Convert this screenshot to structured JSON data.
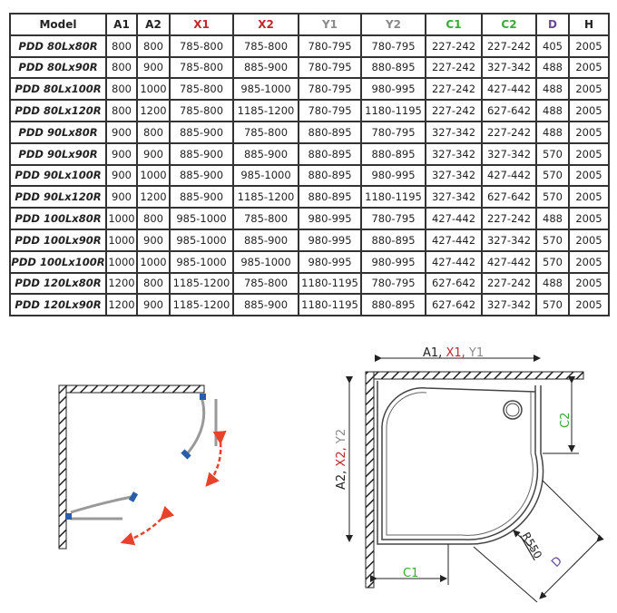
{
  "colors": {
    "x": "#c0272d",
    "y": "#8a8a8a",
    "c": "#3aaa35",
    "d": "#6a4a9c",
    "arrow": "#e8412c",
    "hinge": "#2a5da8"
  },
  "table": {
    "headers": [
      "Model",
      "A1",
      "A2",
      "X1",
      "X2",
      "Y1",
      "Y2",
      "C1",
      "C2",
      "D",
      "H"
    ],
    "rows": [
      [
        "PDD 80Lx80R",
        "800",
        "800",
        "785-800",
        "785-800",
        "780-795",
        "780-795",
        "227-242",
        "227-242",
        "405",
        "2005"
      ],
      [
        "PDD 80Lx90R",
        "800",
        "900",
        "785-800",
        "885-900",
        "780-795",
        "880-895",
        "227-242",
        "327-342",
        "488",
        "2005"
      ],
      [
        "PDD 80Lx100R",
        "800",
        "1000",
        "785-800",
        "985-1000",
        "780-795",
        "980-995",
        "227-242",
        "427-442",
        "488",
        "2005"
      ],
      [
        "PDD 80Lx120R",
        "800",
        "1200",
        "785-800",
        "1185-1200",
        "780-795",
        "1180-1195",
        "227-242",
        "627-642",
        "488",
        "2005"
      ],
      [
        "PDD 90Lx80R",
        "900",
        "800",
        "885-900",
        "785-800",
        "880-895",
        "780-795",
        "327-342",
        "227-242",
        "488",
        "2005"
      ],
      [
        "PDD 90Lx90R",
        "900",
        "900",
        "885-900",
        "885-900",
        "880-895",
        "880-895",
        "327-342",
        "327-342",
        "570",
        "2005"
      ],
      [
        "PDD 90Lx100R",
        "900",
        "1000",
        "885-900",
        "985-1000",
        "880-895",
        "980-995",
        "327-342",
        "427-442",
        "570",
        "2005"
      ],
      [
        "PDD 90Lx120R",
        "900",
        "1200",
        "885-900",
        "1185-1200",
        "880-895",
        "1180-1195",
        "327-342",
        "627-642",
        "570",
        "2005"
      ],
      [
        "PDD 100Lx80R",
        "1000",
        "800",
        "985-1000",
        "785-800",
        "980-995",
        "780-795",
        "427-442",
        "227-242",
        "488",
        "2005"
      ],
      [
        "PDD 100Lx90R",
        "1000",
        "900",
        "985-1000",
        "885-900",
        "980-995",
        "880-895",
        "427-442",
        "327-342",
        "570",
        "2005"
      ],
      [
        "PDD 100Lx100R",
        "1000",
        "1000",
        "985-1000",
        "985-1000",
        "980-995",
        "980-995",
        "427-442",
        "427-442",
        "570",
        "2005"
      ],
      [
        "PDD 120Lx80R",
        "1200",
        "800",
        "1185-1200",
        "785-800",
        "1180-1195",
        "780-795",
        "627-642",
        "227-242",
        "488",
        "2005"
      ],
      [
        "PDD 120Lx90R",
        "1200",
        "900",
        "1185-1200",
        "885-900",
        "1180-1195",
        "880-895",
        "627-642",
        "327-342",
        "570",
        "2005"
      ]
    ]
  },
  "diagram": {
    "a1": "A1, ",
    "x1": "X1, ",
    "y1": "Y1",
    "a2": "A2, ",
    "x2": "X2, ",
    "y2": "Y2",
    "c1": "C1",
    "c2": "C2",
    "d": "D",
    "radius": "R550"
  }
}
